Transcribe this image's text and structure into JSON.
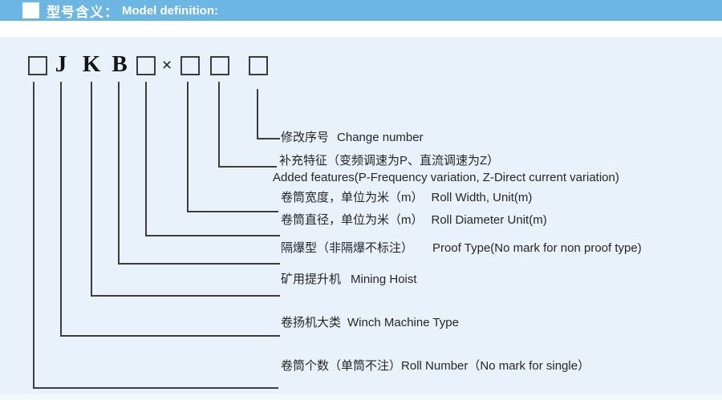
{
  "header": {
    "marker_icon": "white-square",
    "title_zh": "型号含义：",
    "title_en": "Model definition:"
  },
  "model_code": {
    "letter_j": "J",
    "letter_k": "K",
    "letter_b": "B",
    "times_sign": "×",
    "box_count": 5
  },
  "rows": [
    {
      "zh": "修改序号",
      "en": "Change number"
    },
    {
      "zh": "补充特征（变频调速为P、直流调速为Z）",
      "en": "Added features(P-Frequency variation, Z-Direct current variation)"
    },
    {
      "zh": "卷筒宽度，单位为米（m）",
      "en": "Roll Width, Unit(m)"
    },
    {
      "zh": "卷筒直径，单位为米（m）",
      "en": "Roll Diameter Unit(m)"
    },
    {
      "zh": "隔爆型（非隔爆不标注）",
      "en": "Proof Type(No mark for non proof type)"
    },
    {
      "zh": "矿用提升机",
      "en": "Mining Hoist"
    },
    {
      "zh": "卷扬机大类",
      "en": "Winch Machine Type"
    },
    {
      "zh": "卷筒个数（单筒不注）",
      "en": "Roll Number（No mark for single）"
    }
  ],
  "colors": {
    "header_bar": "#6cb6e4",
    "page_bg": "#e9f2fa",
    "line": "#3d3d3d",
    "text": "#262626"
  }
}
